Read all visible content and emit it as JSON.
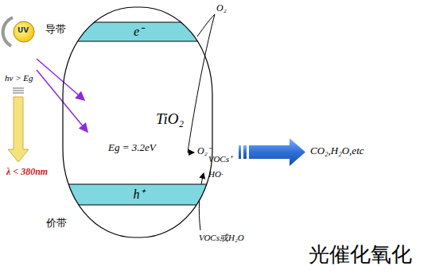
{
  "diagram": {
    "nodes": [
      {
        "text": [
          "TiO₂",
          "Eg = 3.2eV"
        ]
      },
      {
        "text": [
          "导带",
          "e⁻"
        ],
        "in": 0
      },
      {
        "text": [
          "价带",
          "h⁺"
        ],
        "in": 0
      }
    ],
    "labels": [
      "UV",
      "hν > Eg",
      "λ < 380nm",
      "O₂",
      "O₂⁻",
      "VOCs⁺",
      "HO·",
      "VOCs或H₂O",
      "CO₂,H₂O,etc",
      "光催化氧化"
    ]
  }
}
